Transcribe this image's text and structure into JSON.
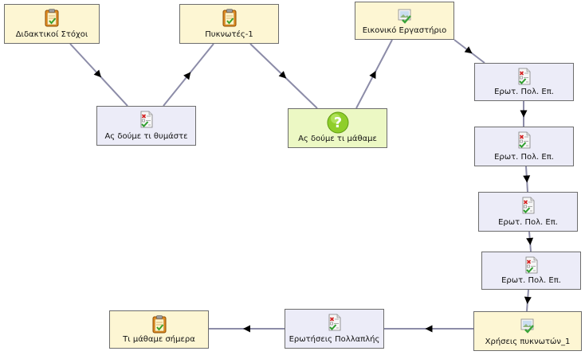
{
  "diagram": {
    "nodes": [
      {
        "id": "n1",
        "label": "Διδακτικοί Στόχοι",
        "icon": "notes-clipboard-icon",
        "color": "yellow"
      },
      {
        "id": "n2",
        "label": "Πυκνωτές-1",
        "icon": "notes-clipboard-icon",
        "color": "yellow"
      },
      {
        "id": "n3",
        "label": "Εικονικό Εργαστήριο",
        "icon": "image-check-icon",
        "color": "yellow"
      },
      {
        "id": "n4",
        "label": "Ας δούμε τι θυμάστε",
        "icon": "quiz-checklist-icon",
        "color": "blue"
      },
      {
        "id": "n5",
        "label": "Ας δούμε τι μάθαμε",
        "icon": "question-mark-icon",
        "color": "green"
      },
      {
        "id": "n6",
        "label": "Ερωτ. Πολ. Επ.",
        "icon": "quiz-checklist-icon",
        "color": "blue"
      },
      {
        "id": "n7",
        "label": "Ερωτ. Πολ. Επ.",
        "icon": "quiz-checklist-icon",
        "color": "blue"
      },
      {
        "id": "n8",
        "label": "Ερωτ. Πολ. Επ.",
        "icon": "quiz-checklist-icon",
        "color": "blue"
      },
      {
        "id": "n9",
        "label": "Ερωτ. Πολ. Επ.",
        "icon": "quiz-checklist-icon",
        "color": "blue"
      },
      {
        "id": "n10",
        "label": "Χρήσεις πυκνωτών_1",
        "icon": "image-check-icon",
        "color": "yellow"
      },
      {
        "id": "n11",
        "label": "Ερωτήσεις Πολλαπλής",
        "icon": "quiz-checklist-icon",
        "color": "blue"
      },
      {
        "id": "n12",
        "label": "Τι μάθαμε σήμερα",
        "icon": "notes-clipboard-icon",
        "color": "yellow"
      }
    ],
    "edges": [
      {
        "from": "n1",
        "to": "n4"
      },
      {
        "from": "n4",
        "to": "n2"
      },
      {
        "from": "n2",
        "to": "n5"
      },
      {
        "from": "n5",
        "to": "n3"
      },
      {
        "from": "n3",
        "to": "n6"
      },
      {
        "from": "n6",
        "to": "n7"
      },
      {
        "from": "n7",
        "to": "n8"
      },
      {
        "from": "n8",
        "to": "n9"
      },
      {
        "from": "n9",
        "to": "n10"
      },
      {
        "from": "n10",
        "to": "n11"
      },
      {
        "from": "n11",
        "to": "n12"
      }
    ],
    "colors": {
      "yellow": "#fdf6d3",
      "blue": "#ececf8",
      "green": "#ecf8c4",
      "border": "#6d6d6d",
      "edge": "#8c8ca8",
      "arrow": "#000000"
    }
  }
}
